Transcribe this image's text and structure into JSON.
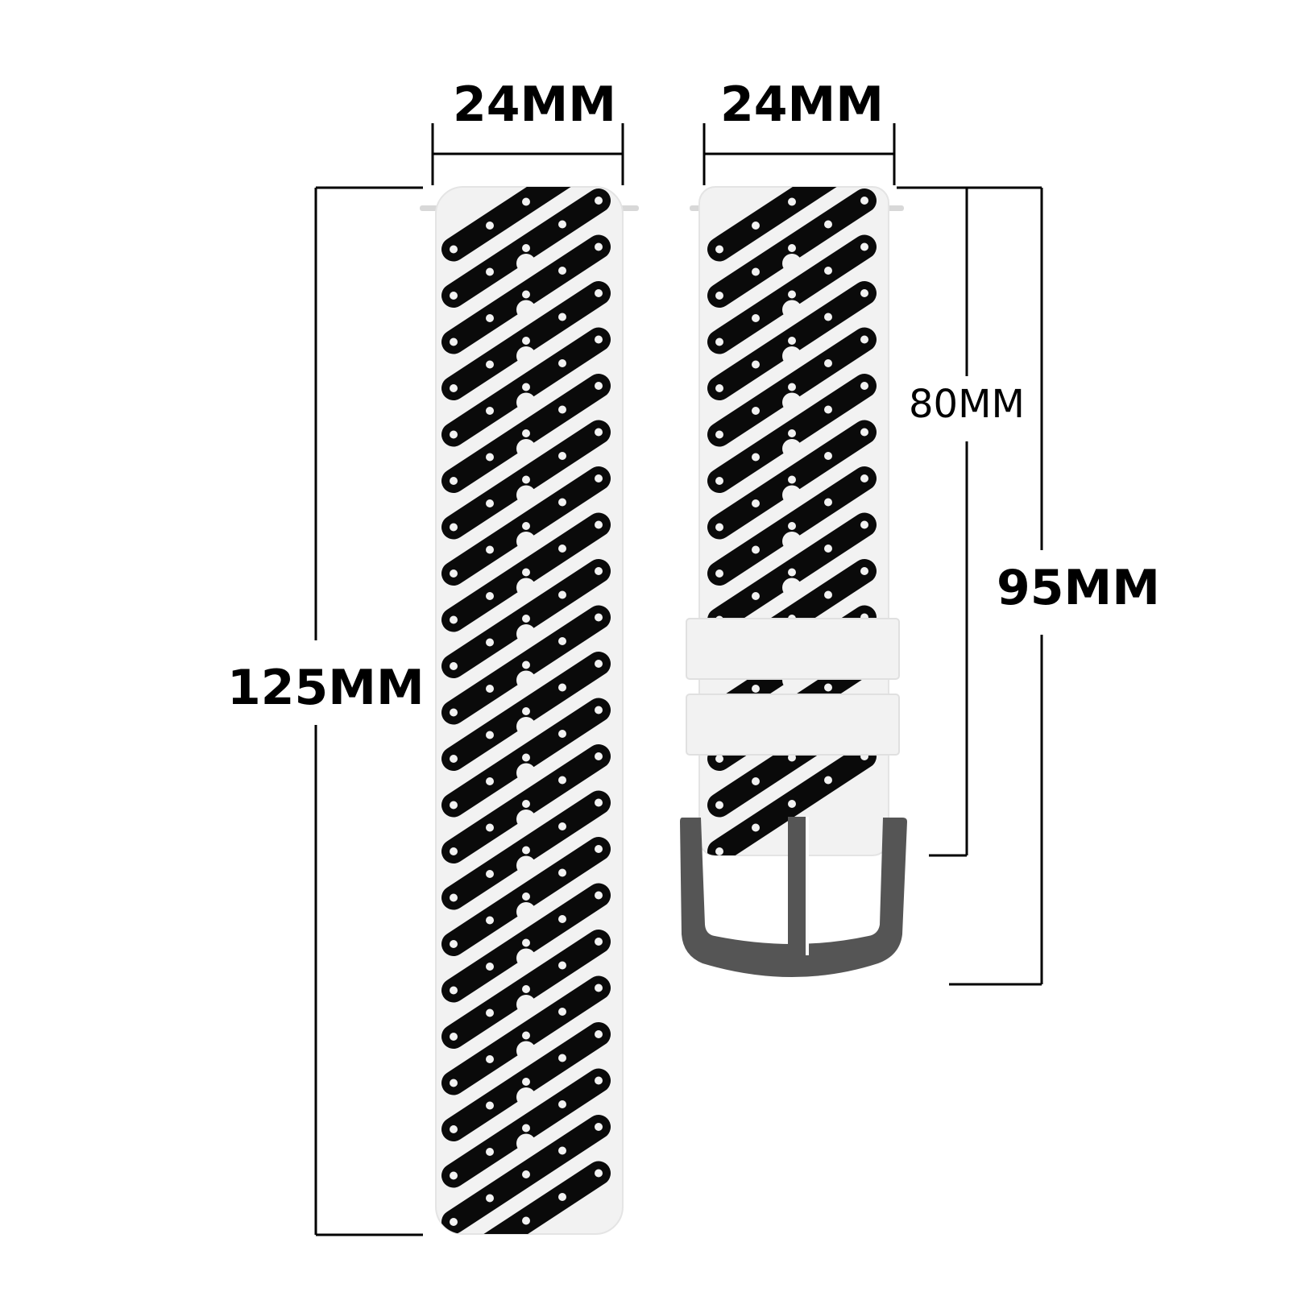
{
  "dimensions": {
    "left_strap_width": "24MM",
    "right_strap_width": "24MM",
    "left_strap_length": "125MM",
    "right_strap_inner_length": "80MM",
    "right_strap_total_length": "95MM"
  },
  "colors": {
    "strap": "#f2f2f2",
    "pattern": "#0a0a0a",
    "buckle": "#555555",
    "dimension_lines": "#000000"
  }
}
